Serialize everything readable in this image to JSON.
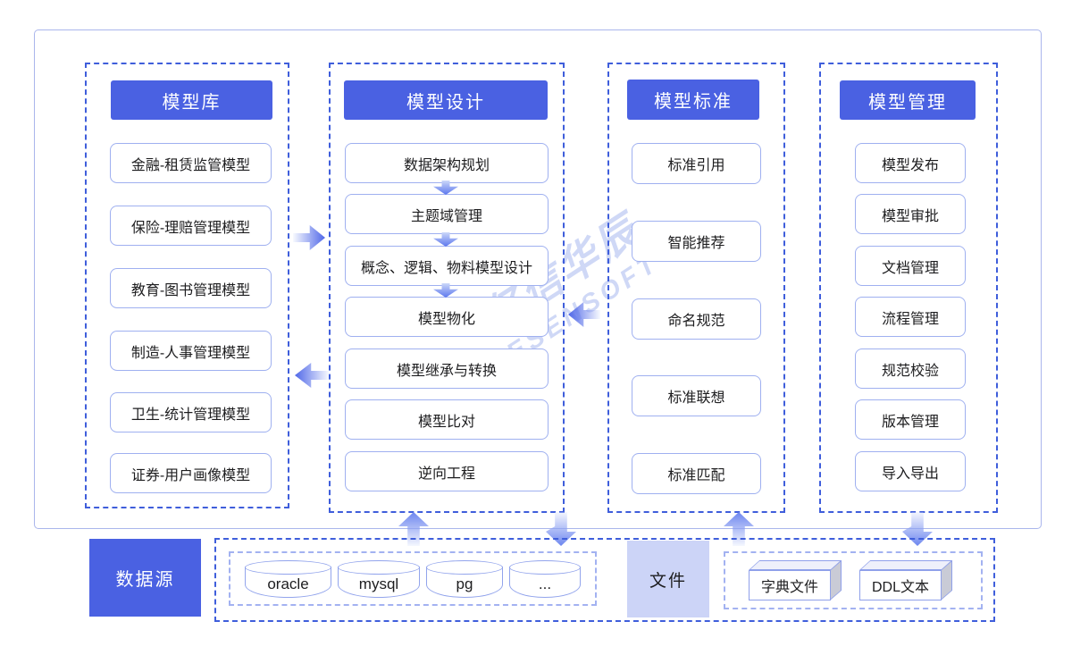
{
  "watermark": {
    "line1": "亿信华辰",
    "line2": "ESENSOFT"
  },
  "columns": [
    {
      "title": "模型库",
      "items": [
        "金融-租赁监管模型",
        "保险-理赔管理模型",
        "教育-图书管理模型",
        "制造-人事管理模型",
        "卫生-统计管理模型",
        "证券-用户画像模型"
      ]
    },
    {
      "title": "模型设计",
      "items": [
        "数据架构规划",
        "主题域管理",
        "概念、逻辑、物料模型设计",
        "模型物化",
        "模型继承与转换",
        "模型比对",
        "逆向工程"
      ]
    },
    {
      "title": "模型标准",
      "items": [
        "标准引用",
        "智能推荐",
        "命名规范",
        "标准联想",
        "标准匹配"
      ]
    },
    {
      "title": "模型管理",
      "items": [
        "模型发布",
        "模型审批",
        "文档管理",
        "流程管理",
        "规范校验",
        "版本管理",
        "导入导出"
      ]
    }
  ],
  "bottom": {
    "datasource_label": "数据源",
    "databases": [
      "oracle",
      "mysql",
      "pg",
      "..."
    ],
    "file_label": "文件",
    "file_items": [
      "字典文件",
      "DDL文本"
    ]
  },
  "colors": {
    "primary_blue": "#4a61e2",
    "dashed_blue": "#3f5edb",
    "node_border": "#9fb0f0",
    "lavender": "#ccd4f7",
    "arrow_blue": "#5068e8"
  }
}
